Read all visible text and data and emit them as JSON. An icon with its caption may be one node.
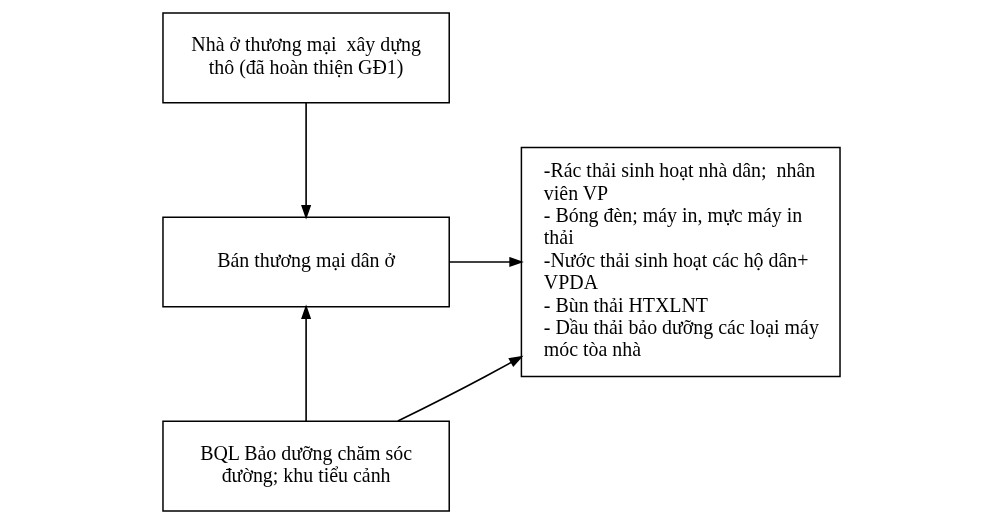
{
  "diagram": {
    "nodes": [
      {
        "text": [
          "Nhà ở thương mại  xây dựng thô (đã hoàn thiện GĐ1)"
        ]
      },
      {
        "text": [
          "Bán thương mại dân ở"
        ]
      },
      {
        "text": [
          "BQL Bảo dưỡng chăm sóc đường; khu tiểu cảnh"
        ]
      },
      {
        "text": [
          "-Rác thải sinh hoạt nhà dân;  nhân viên VP",
          "- Bóng đèn; máy in, mực máy in thải",
          "-Nước thải sinh hoạt các hộ dân+ VPDA",
          "- Bùn thải HTXLNT",
          "- Dầu thải bảo dưỡng các loại máy móc tòa nhà"
        ]
      }
    ],
    "edges": [
      {
        "from": 0,
        "to": 1,
        "arrow": "to"
      },
      {
        "from": 2,
        "to": 1,
        "arrow": "to"
      },
      {
        "from": 1,
        "to": 3,
        "arrow": "to"
      },
      {
        "from": 2,
        "to": 3,
        "arrow": "to"
      }
    ]
  }
}
